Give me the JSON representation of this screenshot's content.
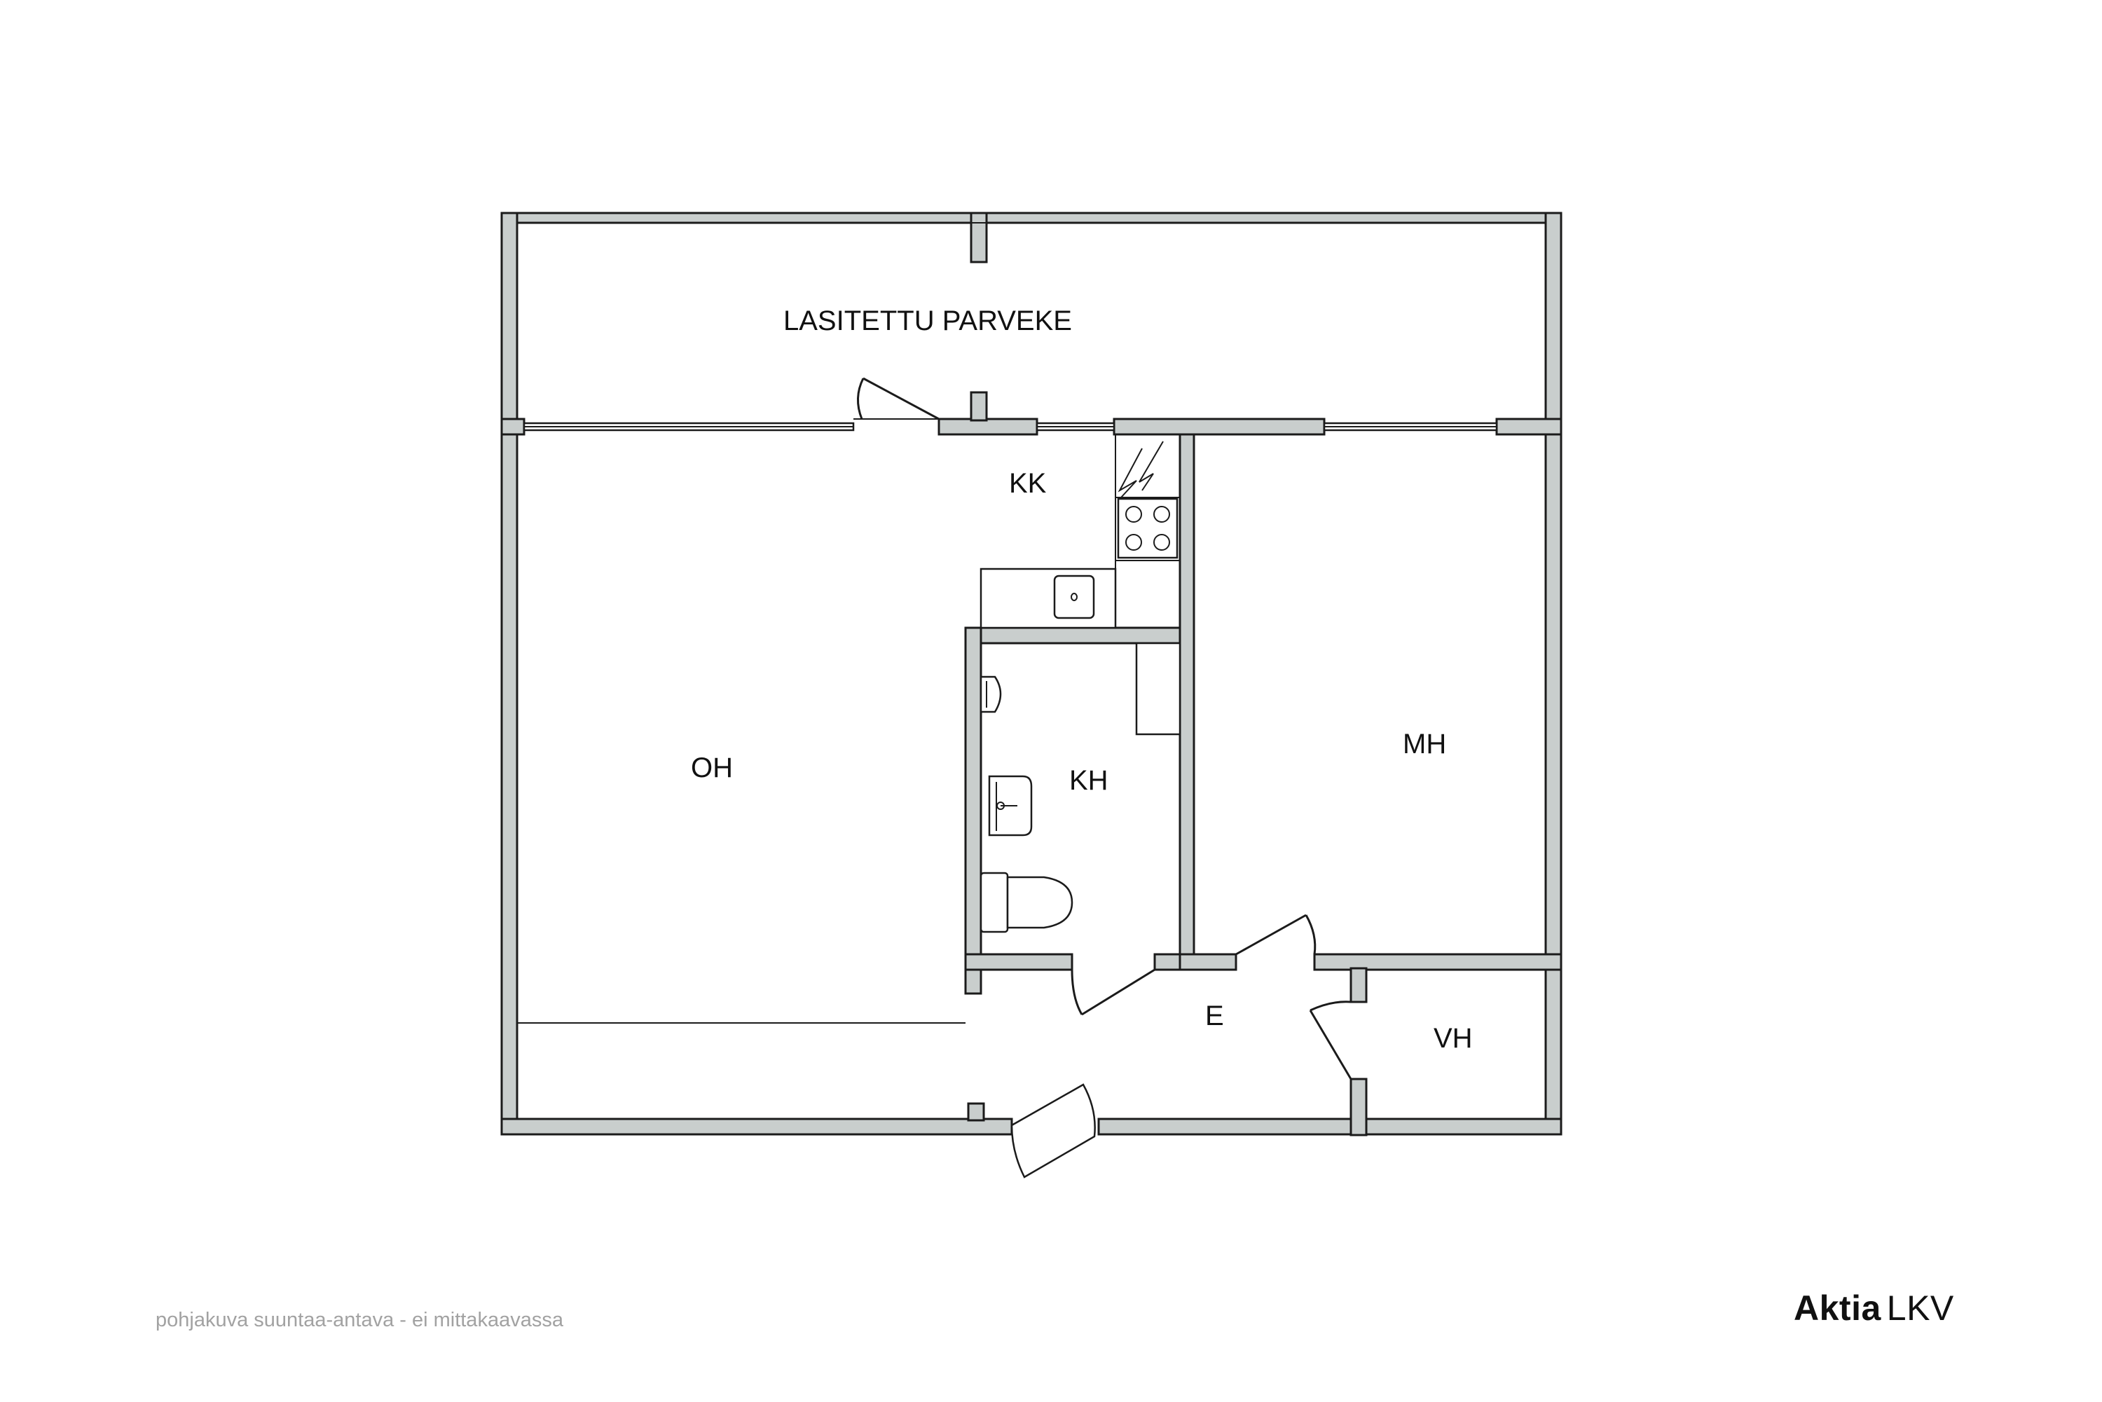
{
  "floorplan": {
    "rooms": {
      "balcony": "LASITETTU PARVEKE",
      "kitchen": "KK",
      "living": "OH",
      "bathroom": "KH",
      "bedroom": "MH",
      "hall": "E",
      "closet": "VH"
    }
  },
  "footer": {
    "disclaimer": "pohjakuva suuntaa-antava - ei mittakaavassa",
    "brand": "Aktia",
    "brand_suffix": "LKV"
  }
}
